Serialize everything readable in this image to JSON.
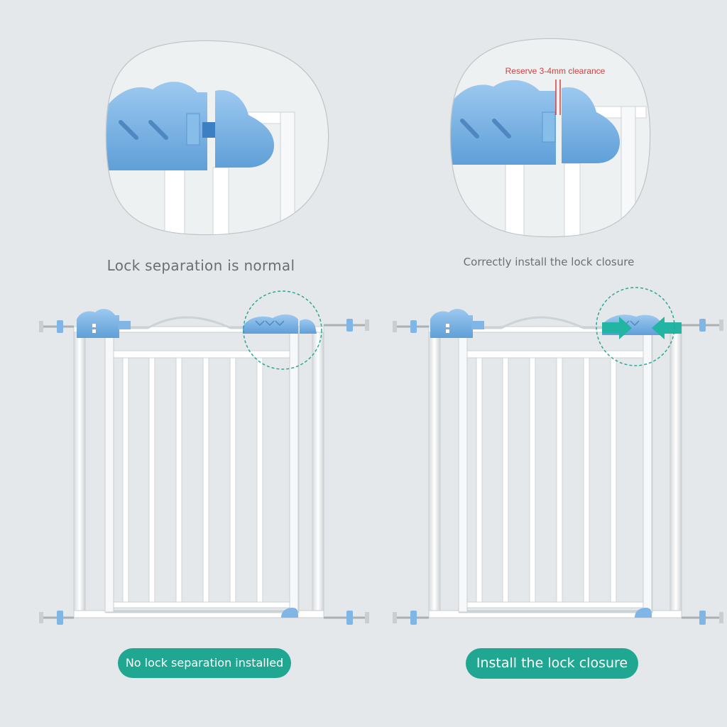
{
  "colors": {
    "background": "#e4e8ea",
    "lock_blue": "#7fb6e6",
    "accent_teal": "#1fa792",
    "arrow_teal": "#22b5a3",
    "note_red": "#d4403f",
    "caption_gray": "#6a6f72"
  },
  "top_left": {
    "caption": "Lock separation is normal"
  },
  "top_right": {
    "note": "Reserve 3-4mm clearance",
    "caption": "Correctly install the lock closure"
  },
  "bottom_left": {
    "pill": "No lock separation installed"
  },
  "bottom_right": {
    "pill": "Install the lock closure"
  }
}
